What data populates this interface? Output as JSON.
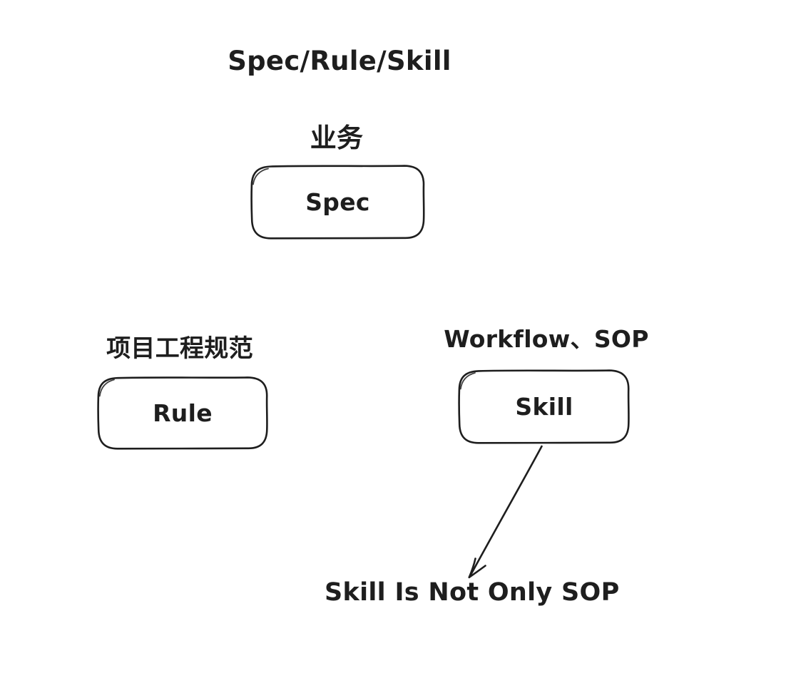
{
  "diagram": {
    "title": "Spec/Rule/Skill",
    "style": "hand-drawn sketch",
    "background_color": "#ffffff",
    "stroke_color": "#1e1e1e",
    "nodes": [
      {
        "id": "spec",
        "label": "Spec",
        "caption": "业务"
      },
      {
        "id": "rule",
        "label": "Rule",
        "caption": "项目工程规范"
      },
      {
        "id": "skill",
        "label": "Skill",
        "caption": "Workflow、SOP"
      }
    ],
    "annotation": "Skill Is Not Only SOP",
    "arrows": [
      {
        "from": "skill",
        "to": "annotation",
        "direction": "down-left",
        "head": "open-v"
      }
    ]
  }
}
